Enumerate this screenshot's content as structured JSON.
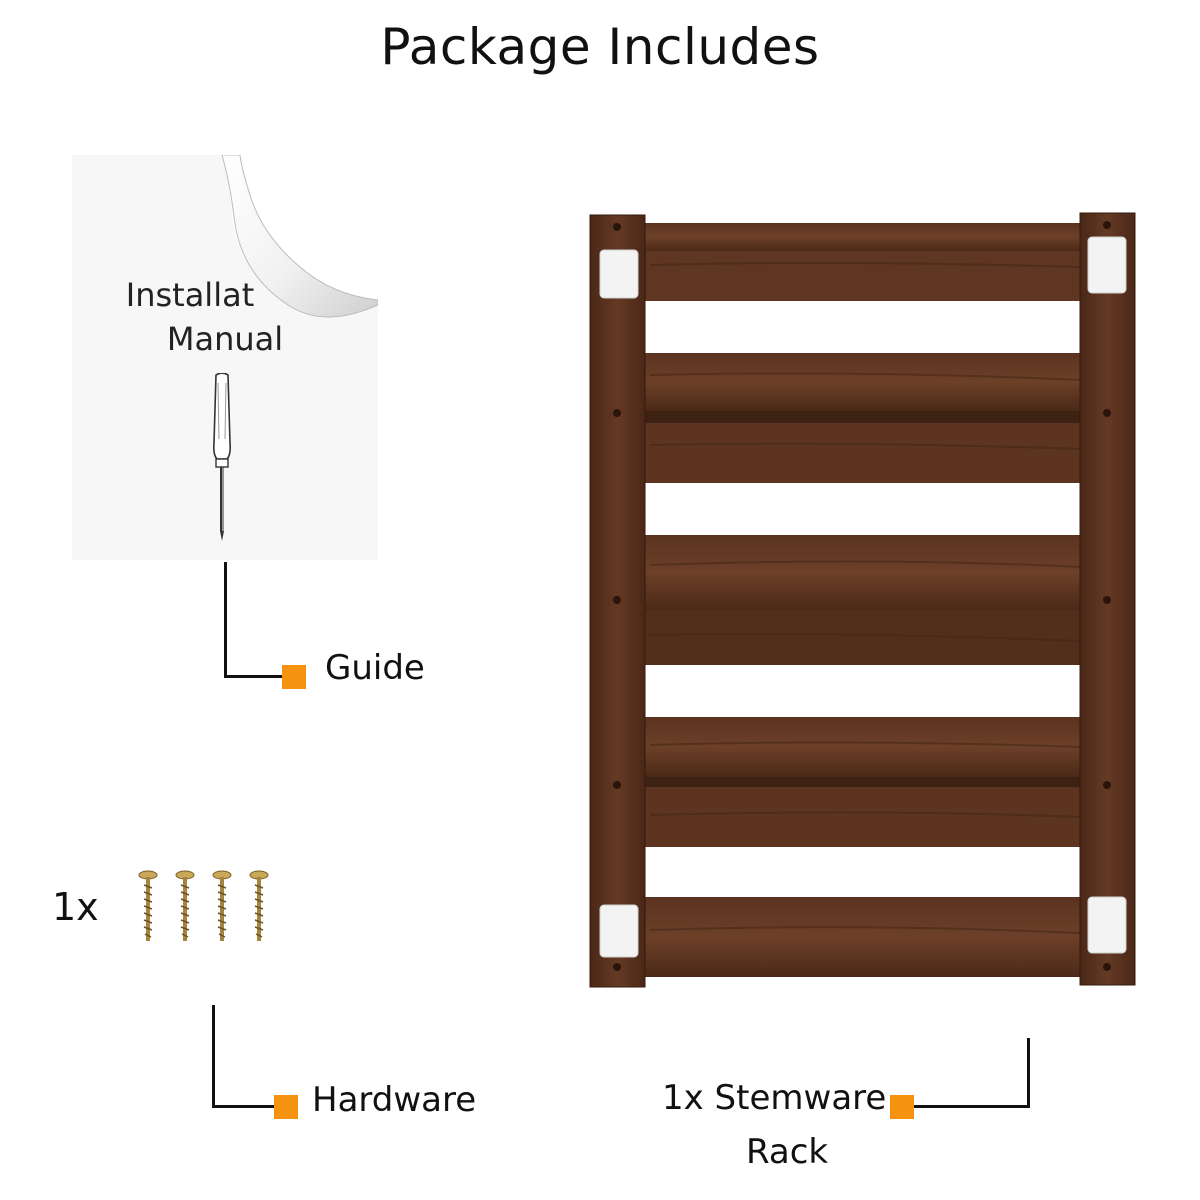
{
  "title": "Package Includes",
  "manual": {
    "line1": "Installat",
    "line2": "Manual"
  },
  "guide": {
    "label": "Guide"
  },
  "hardware": {
    "count": "1x",
    "label": "Hardware"
  },
  "rack": {
    "line1": "1x Stemware",
    "line2": "Rack"
  },
  "colors": {
    "marker": "#f5920f",
    "wood_dark": "#4a2a19",
    "wood_mid": "#6b3e26",
    "screw": "#b8974a"
  },
  "icons": [
    "screwdriver-icon",
    "screw-icon",
    "page-curl-icon"
  ]
}
